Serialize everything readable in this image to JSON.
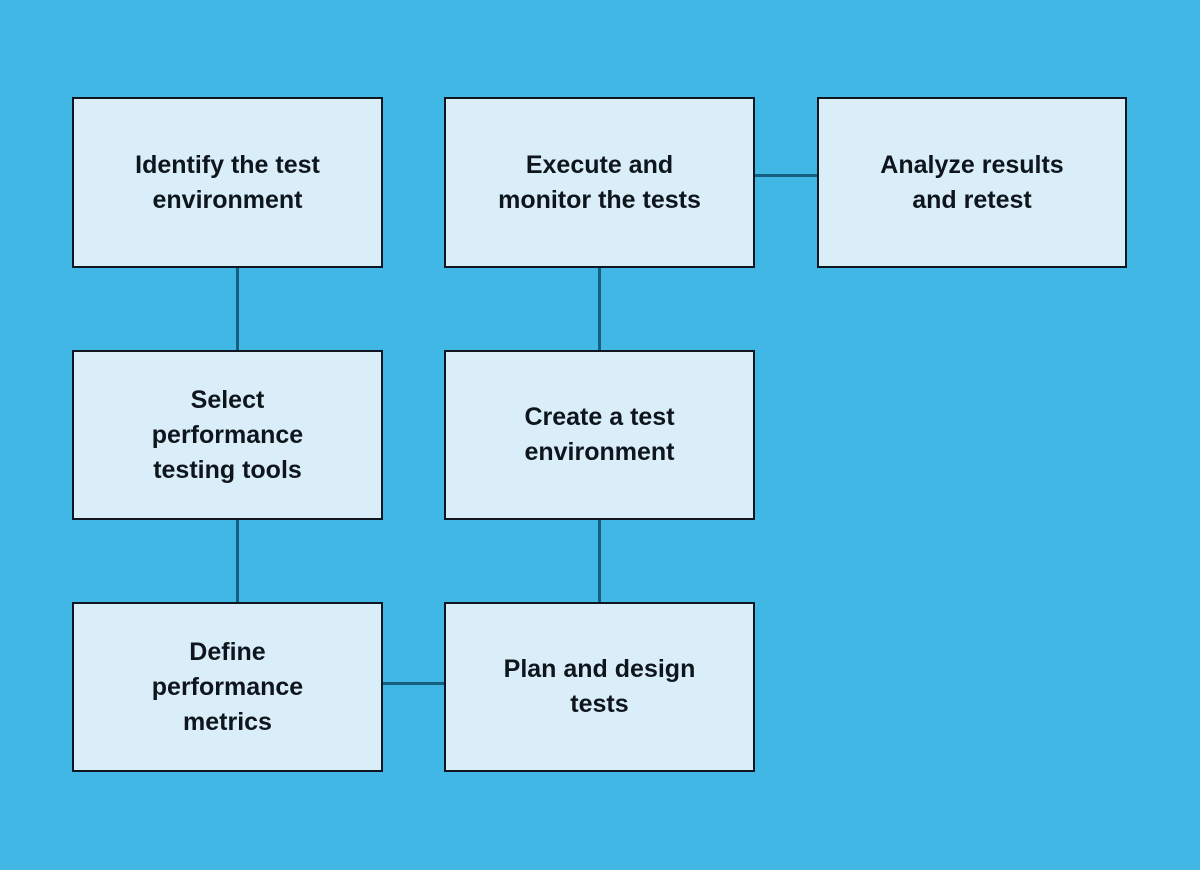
{
  "colors": {
    "background": "#41b7e5",
    "node_fill": "#d9eef9",
    "node_border": "#10161f",
    "connector": "#156080",
    "text": "#0f151c"
  },
  "nodes": [
    {
      "id": "identify-test-environment",
      "label": "Identify the test\nenvironment"
    },
    {
      "id": "execute-and-monitor-tests",
      "label": "Execute and\nmonitor the tests"
    },
    {
      "id": "analyze-results-and-retest",
      "label": "Analyze results\nand retest"
    },
    {
      "id": "select-performance-testing-tools",
      "label": "Select\nperformance\ntesting tools"
    },
    {
      "id": "create-test-environment",
      "label": "Create a test\nenvironment"
    },
    {
      "id": "define-performance-metrics",
      "label": "Define\nperformance\nmetrics"
    },
    {
      "id": "plan-and-design-tests",
      "label": "Plan and design\ntests"
    }
  ],
  "connections": [
    {
      "from": "identify-test-environment",
      "to": "select-performance-testing-tools",
      "orientation": "vertical"
    },
    {
      "from": "select-performance-testing-tools",
      "to": "define-performance-metrics",
      "orientation": "vertical"
    },
    {
      "from": "define-performance-metrics",
      "to": "plan-and-design-tests",
      "orientation": "horizontal"
    },
    {
      "from": "plan-and-design-tests",
      "to": "create-test-environment",
      "orientation": "vertical"
    },
    {
      "from": "create-test-environment",
      "to": "execute-and-monitor-tests",
      "orientation": "vertical"
    },
    {
      "from": "execute-and-monitor-tests",
      "to": "analyze-results-and-retest",
      "orientation": "horizontal"
    }
  ]
}
